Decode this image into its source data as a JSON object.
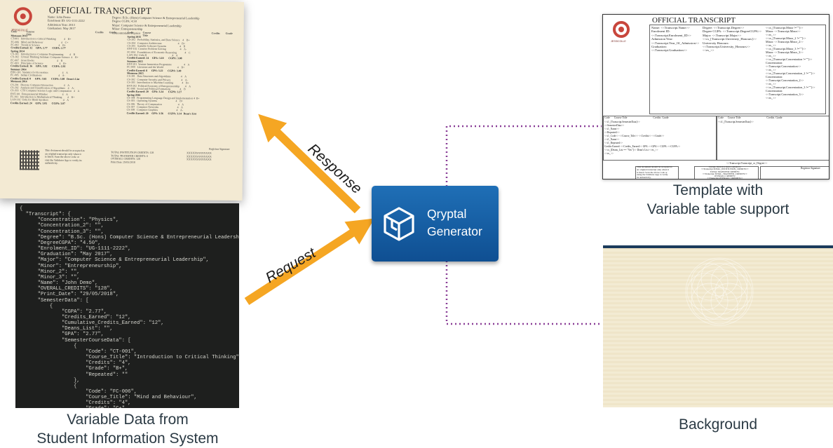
{
  "transcript": {
    "title": "OFFICIAL TRANSCRIPT",
    "university": "JESSICOLLE",
    "header_left": [
      "Name: John Demo",
      "Enrolment ID: UG-1111-2222",
      "Admission Year: 2013",
      "Graduation: May 2017"
    ],
    "header_right": [
      "Degree: B.Sc. (Hons) Computer Science & Entrepreneurial Leadership",
      "Degree CGPA: 4.50",
      "Major: Computer Science & Entrepreneurial Leadership",
      "Minor: Entrepreneurship",
      "Concentration: Physics"
    ],
    "col_headers": [
      "Code",
      "Course Title",
      "Credits",
      "Grade"
    ],
    "left_rows": [
      {
        "b": true,
        "t": "Monsoon 2013"
      },
      {
        "t": "CT-001   Introduction to Critical Thinking            4    B+"
      },
      {
        "t": "FC-006   Mind and Behaviour                           4    C+"
      },
      {
        "t": "FC-002   Trends in Science                            4    B+"
      },
      {
        "b": true,
        "t": "Credits Earned: 12     GPA: 2.77       CGPA: 2.77"
      },
      {
        "b": true,
        "t": "Spring 2014"
      },
      {
        "t": "CS-101   Introduction to Computer Programming         4    B"
      },
      {
        "t": "CS-102   Critical Thinking Seminar: Computer Science  4    B+"
      },
      {
        "t": "FC-007   Great Books                                  4    B"
      },
      {
        "t": "FC-003   Principles of Science                        4    B+"
      },
      {
        "b": true,
        "t": "Credits Earned: 16     GPA: 3.02       CGPA: 2.92"
      },
      {
        "b": true,
        "t": "Summer 2014"
      },
      {
        "t": "EDU-101  Statistics for Economics                     4    A"
      },
      {
        "t": "FC-005   Indian Civilizations                         4    A-"
      },
      {
        "b": true,
        "t": "Credits Earned: 8      GPA: 3.65       CGPA: 3.08   Dean's List"
      },
      {
        "b": true,
        "t": "Monsoon 2014"
      },
      {
        "t": "CS-201   Discrete Computer Interaction                4    A"
      },
      {
        "t": "CS-202   Analysis and Classification of Algorithms    4    A-"
      },
      {
        "t": "CS-203   CTS Computer Science Logic and Computation   4    A"
      },
      {
        "t": "ENT-101  Entrepreneurial Mindset                      4    A"
      },
      {
        "t": "FC-011   Introduction to Mathematical Thinking        4    B+"
      },
      {
        "t": "LAN-102  Urdu for Hindi Speakers                      4    A"
      },
      {
        "b": true,
        "t": "Credits Earned: 24     GPA: 3.05       CGPA: 3.07"
      }
    ],
    "right_rows": [
      {
        "b": true,
        "t": "Spring 2015"
      },
      {
        "t": "CS-202   Probability, Statistics, and Data Science    4    B+"
      },
      {
        "t": "CS-204   Computer Architecture                        4    B+"
      },
      {
        "t": "CS-205   Scalable Software Systems                    4    B"
      },
      {
        "t": "ENT-102  Creative Problem Solving                     4    A-"
      },
      {
        "t": "FC-004   Foundations of Economic Reasoning            4    C"
      },
      {
        "t": "LAN-104  Urdu II                                      4    A"
      },
      {
        "b": true,
        "t": "Credits Earned: 24     GPA: 3.10       CGPA: 3.08"
      },
      {
        "b": true,
        "t": "Summer 2015"
      },
      {
        "t": "ENT-201  Venture Immersion Programme                  4    A"
      },
      {
        "t": "FC-009   Literature and the World                     4    B+"
      },
      {
        "b": true,
        "t": "Credits Earned: 8      GPA: 3.22       CGPA: 3.49"
      },
      {
        "b": true,
        "t": "Monsoon 2015"
      },
      {
        "t": "CS-301   Data Structures and Algorithms               4    A"
      },
      {
        "t": "CS-302   Computer Security and Privacy                4    A-"
      },
      {
        "t": "CS-303   Introduction to Machine Learning             4    B+"
      },
      {
        "t": "ENT-202  Political Economy of Entrepreneurship        4    A"
      },
      {
        "t": "FC-008   Social and Political Formations              4    B"
      },
      {
        "b": true,
        "t": "Credits Earned: 20     GPA: 3.24       CGPA: 3.27"
      },
      {
        "b": true,
        "t": "Spring 2016"
      },
      {
        "t": "CS-304   Programming Language Design and Implementation 4  B+"
      },
      {
        "t": "CS-305   Operating Systems                            4    B+"
      },
      {
        "t": "CS-306   Theory of Computation                        4    A"
      },
      {
        "t": "CS-307   Computer Networks                            4    A"
      },
      {
        "t": "CS-308   Computer Graphics                            4    A-"
      },
      {
        "b": true,
        "t": "Credits Earned: 20     GPA: 3.56       CGPA: 3.14   Dean's List"
      }
    ],
    "foot_note": [
      "This document should be accepted as",
      "an original transcript only when it",
      "is listed. Scan the above code or",
      "visit the Validator App to verify its",
      "authenticity."
    ],
    "foot_totals": [
      "TOTAL INSTITUTION CREDITS: 128",
      "TOTAL TRANSFER CREDITS: 0",
      "OVERALL CREDITS: 128",
      "Print Date: 29/05/2018"
    ],
    "foot_codes": [
      "XXXXXXXXXXXXX",
      "XXXXXXXXXXXXX",
      "XXXXXXXXXXXXX"
    ],
    "signature": "Registrar Signature"
  },
  "json_text": "{\n  \"Transcript\": {\n      \"Concentration\": \"Physics\",\n      \"Concentration_2\": \"\",\n      \"Concentration_3\": \"\",\n      \"Degree\": \"B.Sc. (Hons) Computer Science & Entrepreneurial Leadership\",\n      \"DegreeCGPA\": \"4.50\",\n      \"Enrolment_ID\": \"UG-1111-2222\",\n      \"Graduation\": \"May 2017\",\n      \"Major\": \"Computer Science & Entrepreneurial Leadership\",\n      \"Minor\": \"Entrepreneurship\",\n      \"Minor_2\": \"\",\n      \"Minor_3\": \"\",\n      \"Name\": \"John Demo\",\n      \"OVERALL_CREDITS\": \"128\",\n      \"Print_Date\": \"29/05/2018\",\n      \"SemesterData\": [\n          {\n              \"CGPA\": \"2.77\",\n              \"Credits_Earned\": \"12\",\n              \"Cumulative_Credits_Earned\": \"12\",\n              \"Deans_List\": \"\",\n              \"GPA\": \"2.77\",\n              \"SemesterCourseData\": [\n                  {\n                      \"Code\": \"CT-001\",\n                      \"Course_Title\": \"Introduction to Critical Thinking\",\n                      \"Credits\": \"4\",\n                      \"Grade\": \"B+\",\n                      \"Repeated\": \"\"\n                  },\n                  {\n                      \"Code\": \"FC-006\",\n                      \"Course_Title\": \"Mind and Behaviour\",\n                      \"Credits\": \"4\",\n                      \"Grade\": \"C+\",\n                      \"Repeated\": \"\"\n                  },",
  "generator": {
    "line1": "Qryptal",
    "line2": "Generator"
  },
  "arrows": {
    "response": "Response",
    "request": "Request"
  },
  "captions": {
    "variable_data": [
      "Variable Data from",
      "Student Information System"
    ],
    "template": [
      "Template with",
      "Variable table support"
    ],
    "background": "Background"
  },
  "template": {
    "title": "OFFICIAL TRANSCRIPT",
    "university": "JESSICOLLE",
    "left": [
      "Name: <<Transcript.Name>>",
      "Enrolment ID:",
      "<<Transcript.Enrolment_ID>>",
      "Admission Year:",
      "<<Transcript.Year_Of_Admission>>",
      "Graduation:",
      "<<Transcript.Graduation>>"
    ],
    "mid": [
      "Degree: <<Transcript.Degree>>",
      "Degree CGPA: <<Transcript.DegreeCGPA>>",
      "Major: <<Transcript.Major>>",
      "<<cs_[Transcript.University_Honours]>>",
      "University Honours:",
      "<<Transcript.University_Honours>>",
      "<<es_>>"
    ],
    "right": [
      "<<cs_[Transcript.Minor !=\"\"]>>",
      "Minor: <<Transcript.Minor>>",
      "<<es_>>",
      "<<cs_[Transcript.Minor_2 !=\"\"]>>",
      "Minor: <<Transcript.Minor_2>>",
      "<<es_>>",
      "<<cs_[Transcript.Minor_3 !=\"\"]>>",
      "Minor: <<Transcript.Minor_3>>",
      "<<es_>>",
      "<<cs_[Transcript.Concentration !=\"\"]>>",
      "Concentration:",
      "<<Transcript.Concentration>>",
      "<<es_>>",
      "<<cs_[Transcript.Concentration_2 !=\"\"]>>",
      "Concentration:",
      "<<Transcript.Concentration_2>>",
      "<<es_>>",
      "<<cs_[Transcript.Concentration_3 !=\"\"]>>",
      "Concentration:",
      "<<Transcript.Concentration_3>>",
      "<<es_>>"
    ],
    "table_head": "Code      Course Title                                       Credits  Grade",
    "table_lines": [
      "<<t1_[Transcript.SemesterData]>>",
      "<<SemesterData>>",
      "<<t1_Name>>",
      "<<Repeated>>",
      "<<t1_Code>>  <<Course_Title>>   <<Credits>>  <<Grade>>",
      "<<t1_Name>>",
      "<<t1_Repeated>>",
      "Credits Earned: <<Credits_Earned>>   GPA: <<GPA>>   CGPA: <<CGPA>>",
      "<<cs_[Deans_List == \"Yes\"]>> Dean's List <<es_>>",
      "<<es_>>"
    ],
    "table_head_2": "Code      Course Title                                       Credits  Grade",
    "table_line_2": "<<t1_[Transcript.SemesterData]>>",
    "footer_line": "<<Transcript.Transcript_or_Degree>>",
    "foot_note": [
      "This document should be accepted as",
      "an original transcript only when it",
      "is listed. Scan the above code or",
      "using the Validator App to verify",
      "its authenticity."
    ],
    "foot_totals": [
      "TOTAL INSTITUTION CREDITS:",
      "<<Transcript.TOTAL_INSTITUTION_CREDITS>>",
      "TOTAL TRANSFER CREDITS:",
      "<<Transcript.TOTAL_TRANSFER_CREDITS>>",
      "OVERALL CREDITS:",
      "<<Transcript.OVERALL_CREDITS>>"
    ],
    "signature": "Registrar Signature"
  },
  "colors": {
    "arrow": "#f5a623",
    "dotted_line": "#8a3f97",
    "generator": "#1a62a8"
  }
}
